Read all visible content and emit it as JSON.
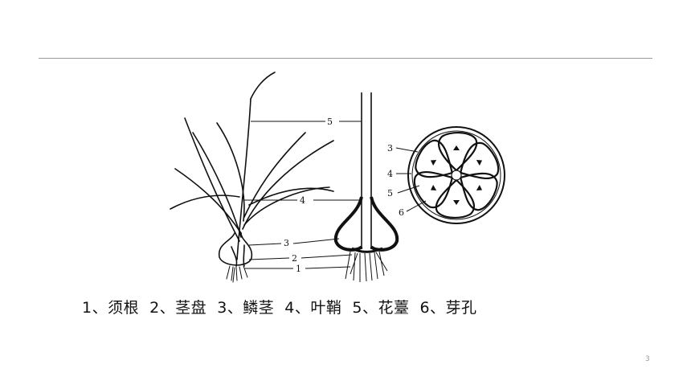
{
  "figure": {
    "labels": {
      "plant": [
        "5",
        "4",
        "3",
        "2",
        "1"
      ],
      "section": [
        "5",
        "4",
        "3",
        "2",
        "1"
      ],
      "cross": [
        "3",
        "4",
        "5",
        "6"
      ]
    }
  },
  "caption": {
    "items": [
      "1、须根",
      "2、茎盘",
      "3、鳞茎",
      "4、叶鞘",
      "5、花薹",
      "6、芽孔"
    ]
  },
  "page_number": "3"
}
